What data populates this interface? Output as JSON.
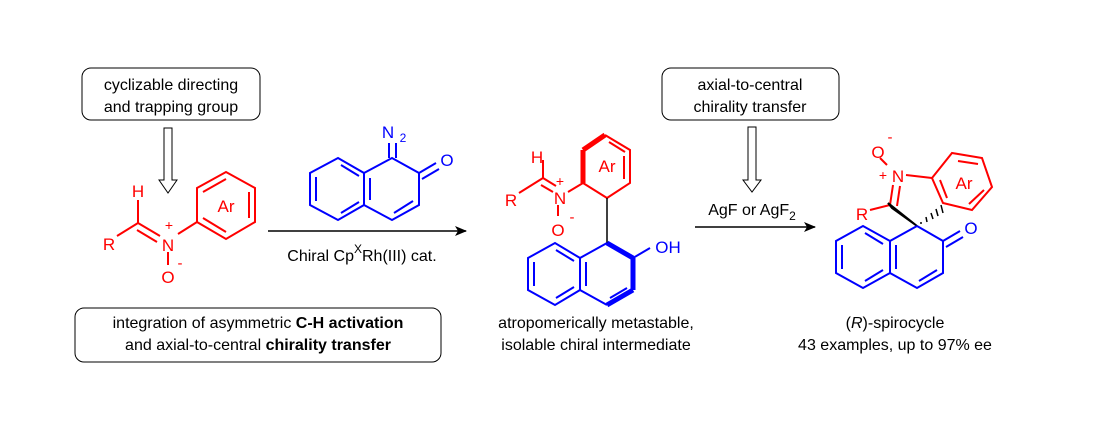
{
  "boxes": {
    "directing_group": [
      "cyclizable directing",
      "and trapping group"
    ],
    "chirality_transfer": [
      "axial-to-central",
      "chirality transfer"
    ],
    "integration": {
      "line1_plain": "integration of asymmetric ",
      "line1_bold": "C-H activation",
      "line2_plain": "and axial-to-central ",
      "line2_bold": "chirality transfer"
    }
  },
  "step1": {
    "reagent_labels": {
      "n2": "N",
      "n2_sub": "2",
      "o": "O"
    },
    "catalyst": {
      "prefix": "Chiral Cp",
      "sup": "X",
      "suffix": "Rh(III) cat."
    }
  },
  "step2": {
    "reagent": {
      "prefix": "AgF or AgF",
      "sub": "2"
    }
  },
  "nitrone": {
    "h": "H",
    "r": "R",
    "n": "N",
    "plus": "+",
    "o": "O",
    "minus": "-",
    "ar": "Ar"
  },
  "intermediate": {
    "labels": {
      "h": "H",
      "r": "R",
      "n": "N",
      "plus": "+",
      "o": "O",
      "minus": "-",
      "ar": "Ar",
      "oh": "OH"
    },
    "caption": [
      "atropomerically metastable,",
      "isolable chiral intermediate"
    ]
  },
  "product": {
    "labels": {
      "o_minus_o": "O",
      "minus": "-",
      "plus": "+",
      "n": "N",
      "r": "R",
      "ar": "Ar",
      "ketone_o": "O"
    },
    "caption": {
      "r_italic": "R",
      "line1_rest": ")-spirocycle",
      "open_paren": "(",
      "line2": "43 examples, up to 97% ee"
    }
  },
  "colors": {
    "red": "#ff0000",
    "blue": "#0000ff",
    "black": "#000000"
  }
}
